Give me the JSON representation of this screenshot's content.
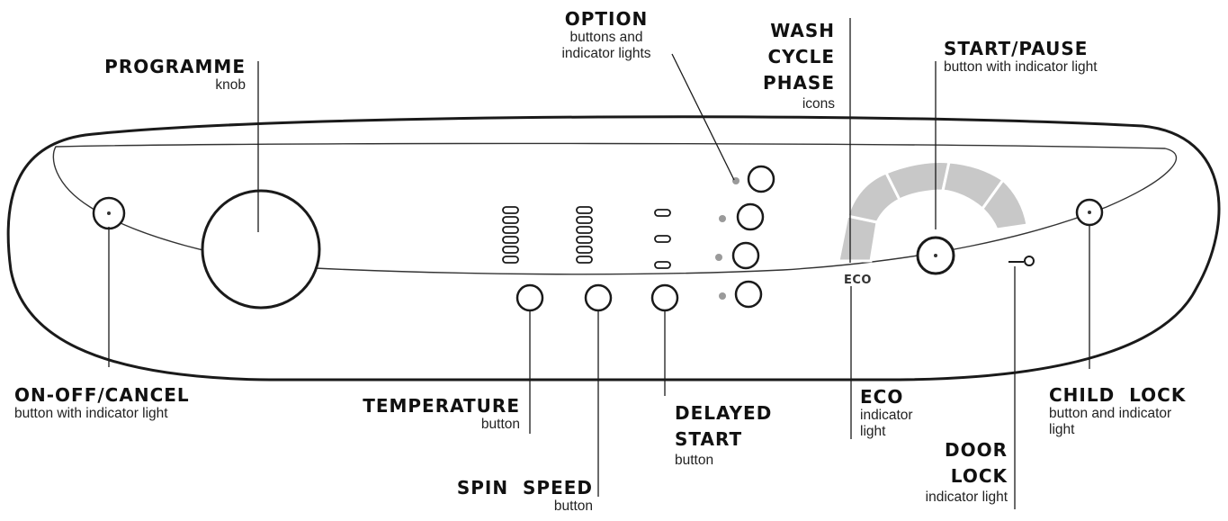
{
  "labels": {
    "programme": {
      "title": "PROGRAMME",
      "sub": "knob"
    },
    "option": {
      "title": "OPTION",
      "sub1": "buttons and",
      "sub2": "indicator lights"
    },
    "wash_cycle_phase": {
      "title1": "WASH",
      "title2": "CYCLE",
      "title3": "PHASE",
      "sub": "icons"
    },
    "start_pause": {
      "title": "START/PAUSE",
      "sub": "button with indicator light"
    },
    "on_off_cancel": {
      "title": "ON-OFF/CANCEL",
      "sub": "button with indicator light"
    },
    "temperature": {
      "title": "TEMPERATURE",
      "sub": "button"
    },
    "spin_speed": {
      "title": "SPIN  SPEED",
      "sub": "button"
    },
    "delayed_start": {
      "title1": "DELAYED",
      "title2": "START",
      "sub": "button"
    },
    "eco": {
      "title": "ECO",
      "sub1": "indicator",
      "sub2": "light"
    },
    "door_lock": {
      "title1": "DOOR",
      "title2": "LOCK",
      "sub": "indicator light"
    },
    "child_lock": {
      "title": "CHILD  LOCK",
      "sub1": "button and indicator",
      "sub2": "light"
    }
  },
  "panel": {
    "eco_marking": "ECO"
  },
  "colors": {
    "line": "#1a1a1a",
    "phase_segment": "#c8c8c8",
    "indicator_dot": "#9a9a9a"
  }
}
